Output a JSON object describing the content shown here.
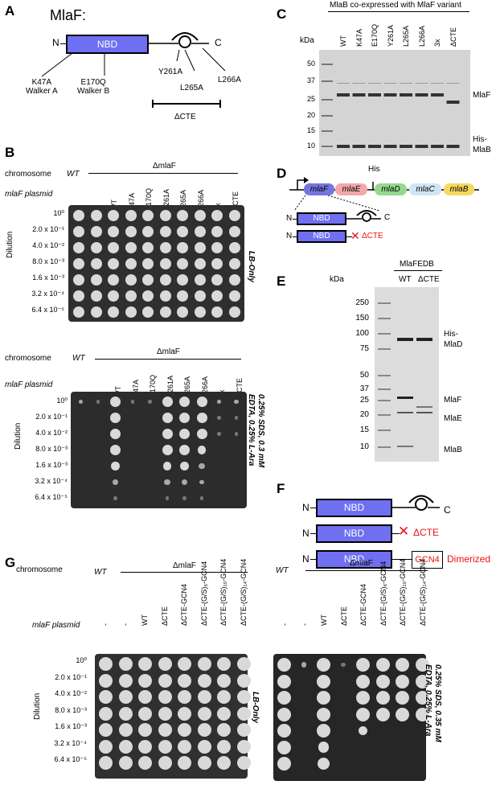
{
  "panelA": {
    "letter": "A",
    "title": "MlaF:",
    "n": "N",
    "c": "C",
    "nbd": "NBD",
    "mut": [
      "K47A",
      "Walker A",
      "E170Q",
      "Walker B",
      "Y261A",
      "L265A",
      "L266A"
    ],
    "dcte": "ΔCTE"
  },
  "panelB": {
    "letter": "B",
    "chromosome": "chromosome",
    "wt": "WT",
    "delta": "ΔmlaF",
    "plasmid": "mlaF plasmid",
    "dilution": "Dilution",
    "cols": [
      "-",
      "-",
      "WT",
      "K47A",
      "E170Q",
      "Y261A",
      "L265A",
      "L266A",
      "3x",
      "ΔCTE"
    ],
    "rows": [
      "10⁰",
      "2.0 x 10⁻¹",
      "4.0 x 10⁻²",
      "8.0 x 10⁻³",
      "1.6 x 10⁻³",
      "3.2 x 10⁻⁴",
      "6.4 x 10⁻⁵"
    ],
    "cond1": "LB-Only",
    "cond2a": "0.25% SDS, 0.3 mM",
    "cond2b": "EDTA, 0.25% L-Ara"
  },
  "panelC": {
    "letter": "C",
    "title": "MlaB co-expressed with MlaF variant",
    "kda": "kDa",
    "cols": [
      "WT",
      "K47A",
      "E170Q",
      "Y261A",
      "L265A",
      "L266A",
      "3x",
      "ΔCTE"
    ],
    "markers": [
      "50",
      "37",
      "25",
      "20",
      "15",
      "10"
    ],
    "bands": [
      "MlaF",
      "His-",
      "MlaB"
    ]
  },
  "panelD": {
    "letter": "D",
    "his": "His",
    "genes": [
      "mlaF",
      "mlaE",
      "mlaD",
      "mlaC",
      "mlaB"
    ],
    "n": "N",
    "c": "C",
    "nbd": "NBD",
    "dcte": "ΔCTE"
  },
  "panelE": {
    "letter": "E",
    "kda": "kDa",
    "title": "MlaFEDB",
    "cols": [
      "WT",
      "ΔCTE"
    ],
    "markers": [
      "250",
      "150",
      "100",
      "75",
      "50",
      "37",
      "25",
      "20",
      "15",
      "10"
    ],
    "bands": [
      "His-",
      "MlaD",
      "MlaF",
      "MlaE",
      "MlaB"
    ]
  },
  "panelF": {
    "letter": "F",
    "n": "N",
    "c": "C",
    "nbd": "NBD",
    "dcte": "ΔCTE",
    "gcn4": "GCN4",
    "dimer": "Dimerized"
  },
  "panelG": {
    "letter": "G",
    "chromosome": "chromosome",
    "wt": "WT",
    "delta": "ΔmlaF",
    "plasmid": "mlaF plasmid",
    "dilution": "Dilution",
    "cols": [
      "-",
      "-",
      "WT",
      "ΔCTE",
      "ΔCTE-GCN4",
      "ΔCTE-(G/S)₆-GCN4",
      "ΔCTE-(G/S)₁₀-GCN4",
      "ΔCTE-(G/S)₁₄-GCN4"
    ],
    "rows": [
      "10⁰",
      "2.0 x 10⁻¹",
      "4.0 x 10⁻²",
      "8.0 x 10⁻³",
      "1.6 x 10⁻³",
      "3.2 x 10⁻⁴",
      "6.4 x 10⁻⁵"
    ],
    "cond1": "LB-Only",
    "cond2a": "0.25% SDS, 0.35 mM",
    "cond2b": "EDTA, 0.25% L-Ara"
  },
  "colors": {
    "nbd": "#6f6ff2",
    "red": "#e11111",
    "plate": "#2b2b2b",
    "gel": "#d6d6d6"
  }
}
